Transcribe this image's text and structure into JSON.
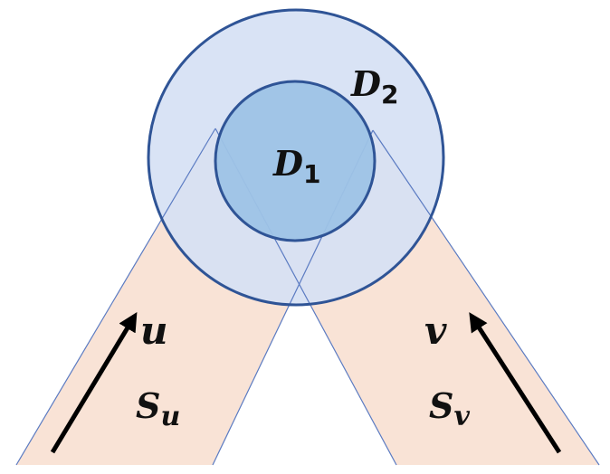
{
  "colors": {
    "strip_fill": "#f9e3d6",
    "strip_edge": "#5b7bc2",
    "outer_fill": "#d6e1f4",
    "inner_fill": "#9ec3e6",
    "circle_stroke": "#2f5496",
    "arrow": "#000000"
  },
  "labels": {
    "d2": {
      "main": "D",
      "sub": "2"
    },
    "d1": {
      "main": "D",
      "sub": "1"
    },
    "u": "u",
    "v": "v",
    "su": {
      "main": "S",
      "sub": "u"
    },
    "sv": {
      "main": "S",
      "sv_sub": "v"
    }
  }
}
